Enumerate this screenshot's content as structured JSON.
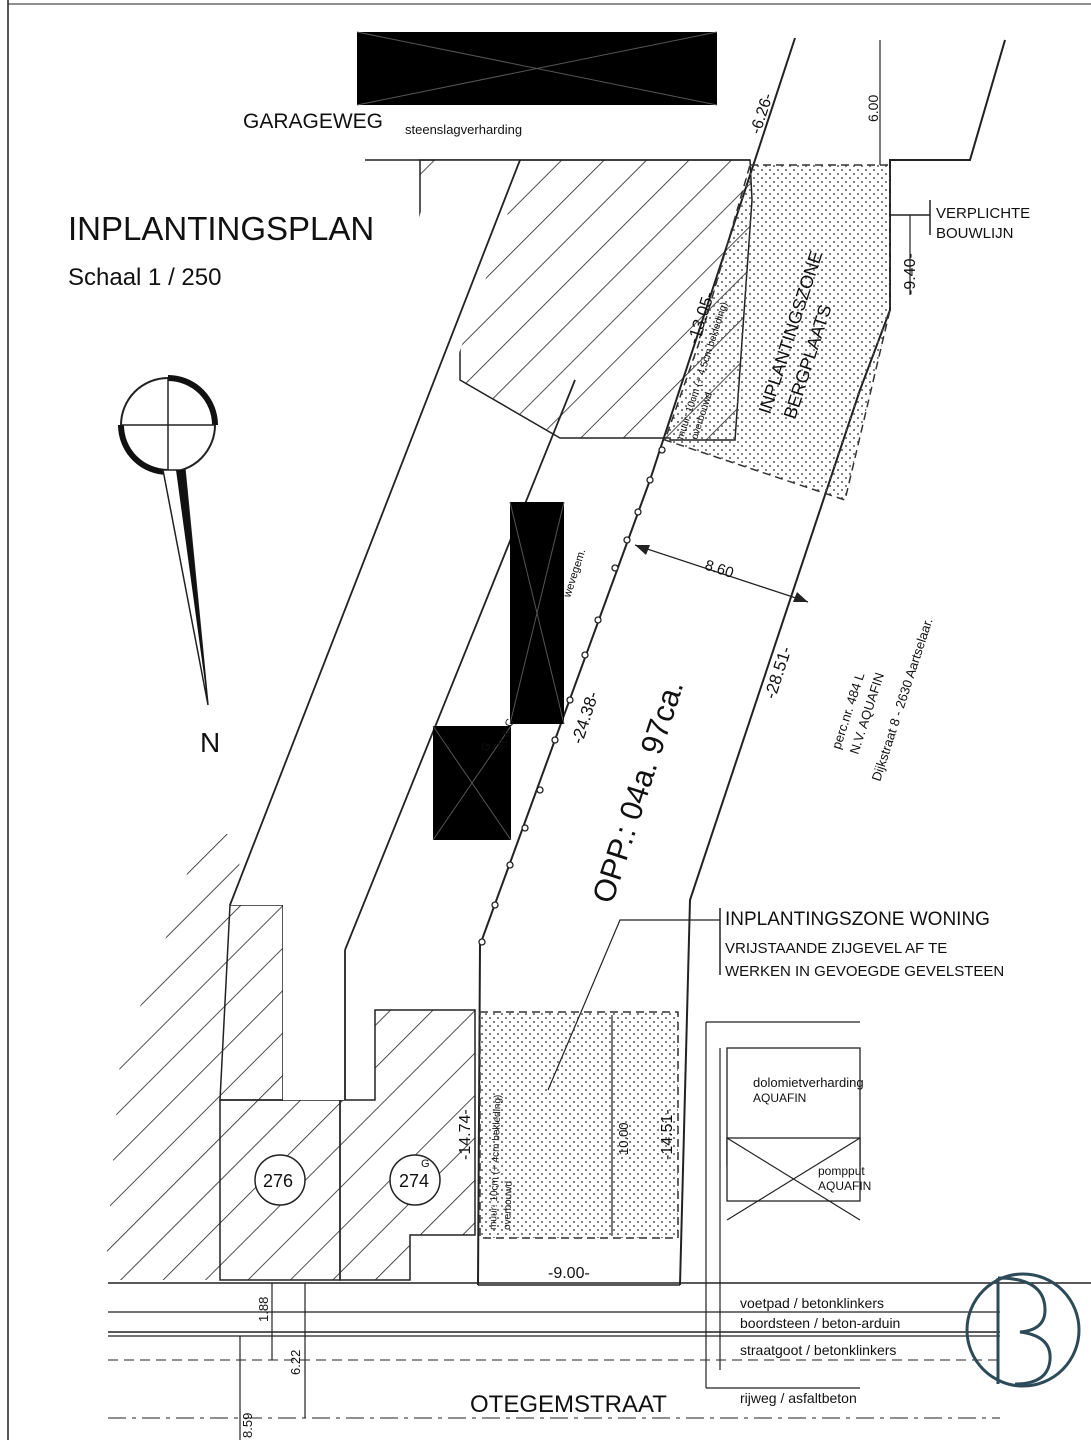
{
  "plan": {
    "title": "INPLANTINGSPLAN",
    "scale": "Schaal 1 / 250",
    "north": "N"
  },
  "streets": {
    "garageweg": "GARAGEWEG",
    "garageweg_surface": "steenslagverharding",
    "otegemstraat": "OTEGEMSTRAAT"
  },
  "road_layers": {
    "voetpad": "voetpad / betonklinkers",
    "boordsteen": "boordsteen / beton-arduin",
    "straatgoot": "straatgoot / betonklinkers",
    "rijweg": "rijweg / asfaltbeton"
  },
  "labels": {
    "verplichte_line1": "VERPLICHTE",
    "verplichte_line2": "BOUWLIJN",
    "zone_berg_line1": "INPLANTINGSZONE",
    "zone_berg_line2": "BERGPLAATS",
    "zone_woning_line1": "INPLANTINGSZONE WONING",
    "zone_woning_line2": "VRIJSTAANDE ZIJGEVEL AF TE",
    "zone_woning_line3": "WERKEN IN GEVOEGDE GEVELSTEEN",
    "area": "OPP.: 04a. 97ca.",
    "muur_top_line1": "muur: 10cm (+ 4,5cm bekleding)",
    "muur_top_line2": "overbouwd",
    "muur_bottom_line1": "muur: 10cm (+ 4cm bekleding)",
    "muur_bottom_line2": "overbouwd",
    "perceel_line1": "perc.nr. 484 L",
    "perceel_line2": "N.V. AQUAFIN",
    "perceel_line3": "Dijkstraat 8 - 2630 Aartselaar.",
    "dolomiet_line1": "dolomietverharding",
    "dolomiet_line2": "AQUAFIN",
    "pompput_line1": "pompput",
    "pompput_line2": "AQUAFIN",
    "house_276": "276",
    "house_274": "274",
    "house_274_mark": "G",
    "wegevegem": "wevegem.",
    "side_mark_g": "G",
    "side_mark_r": "R & C"
  },
  "dimensions": {
    "d_6_26": "-6.26-",
    "d_6_00": "6.00",
    "d_9_40": "-9.40-",
    "d_13_05": "-13.05-",
    "d_8_60": "8.60",
    "d_28_51": "-28.51-",
    "d_24_38": "-24.38-",
    "d_14_74": "-14.74-",
    "d_10_00": "10.00",
    "d_14_51": "-14.51-",
    "d_9_00": "-9.00-",
    "d_1_88": "1.88",
    "d_6_22": "6.22",
    "d_8_59": "8.59"
  },
  "colors": {
    "ink": "#111111",
    "paper": "#ffffff",
    "logo": "#2c4a58",
    "redaction": "#000000"
  }
}
